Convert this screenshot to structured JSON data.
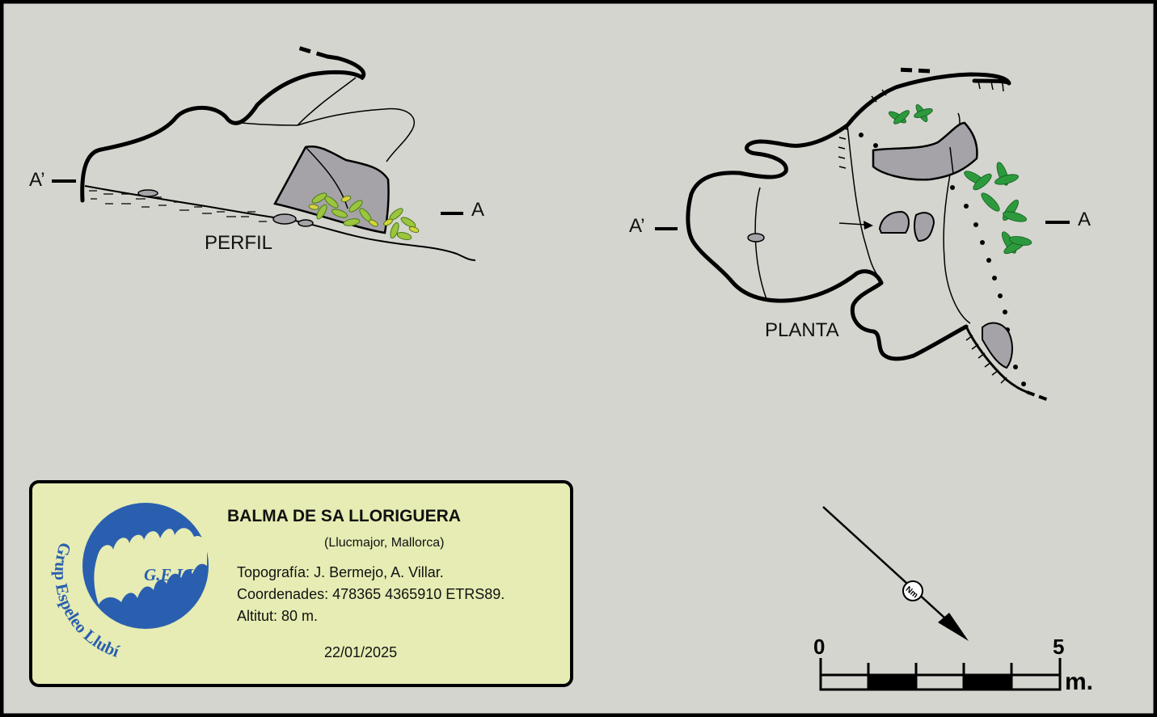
{
  "profile": {
    "label": "PERFIL",
    "marker_start": "A’",
    "marker_end": "A"
  },
  "plan": {
    "label": "PLANTA",
    "marker_start": "A’",
    "marker_end": "A"
  },
  "title_block": {
    "title": "BALMA DE SA LLORIGUERA",
    "location": "(Llucmajor, Mallorca)",
    "topography": "Topografía: J. Bermejo, A. Villar.",
    "coordinates": "Coordenades: 478365 4365910 ETRS89.",
    "altitude": "Altitut: 80 m.",
    "date": "22/01/2025"
  },
  "logo": {
    "acronym": "G.E.LL.",
    "arc_text": "Grup Espeleo Llubí"
  },
  "north_arrow": {
    "label": "Nm",
    "icon": "north-arrow-icon"
  },
  "scale_bar": {
    "start_label": "0",
    "end_label": "5",
    "unit": "m."
  },
  "colors": {
    "background": "#d4d5ce",
    "border": "#000000",
    "rock_fill": "#a5a3a8",
    "title_block_fill": "#e6ecb3",
    "logo_blue": "#2a5fb0",
    "vegetation": "#2c9a3c"
  }
}
